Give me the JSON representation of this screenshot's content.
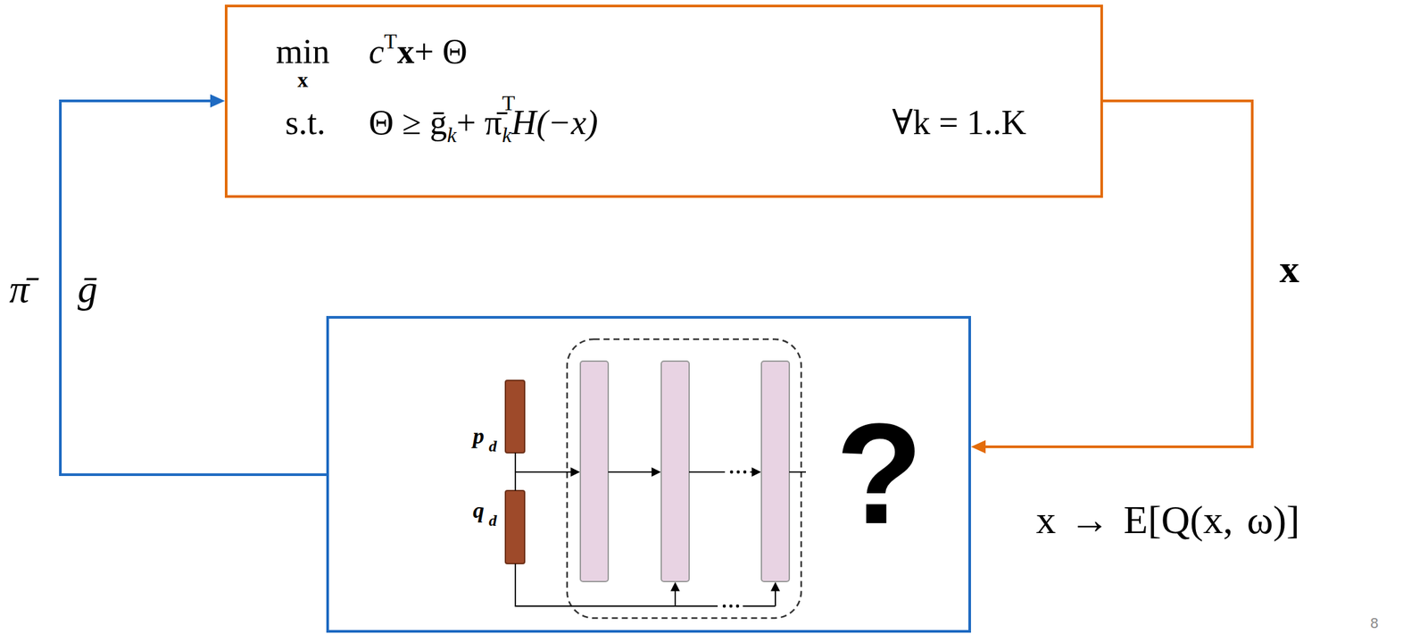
{
  "diagram": {
    "nodes": [
      {
        "text": [
          "min",
          "x",
          "c",
          "T",
          "x",
          "+ Θ",
          "s.t.",
          "Θ ≥ ḡ",
          "k",
          "+ π̄",
          "k",
          "T",
          "H(−x)",
          "∀k = 1..K"
        ]
      },
      {
        "text": [
          "p",
          "d",
          "q",
          "d",
          "?"
        ]
      }
    ],
    "edges": [
      {
        "from": 1,
        "to": 0,
        "arrow": "to"
      },
      {
        "from": 0,
        "to": 1,
        "arrow": "to",
        "label": "x"
      }
    ],
    "labels": [
      "π̄",
      "ḡ",
      "x → E[Q(x, ω)]",
      "8"
    ]
  }
}
